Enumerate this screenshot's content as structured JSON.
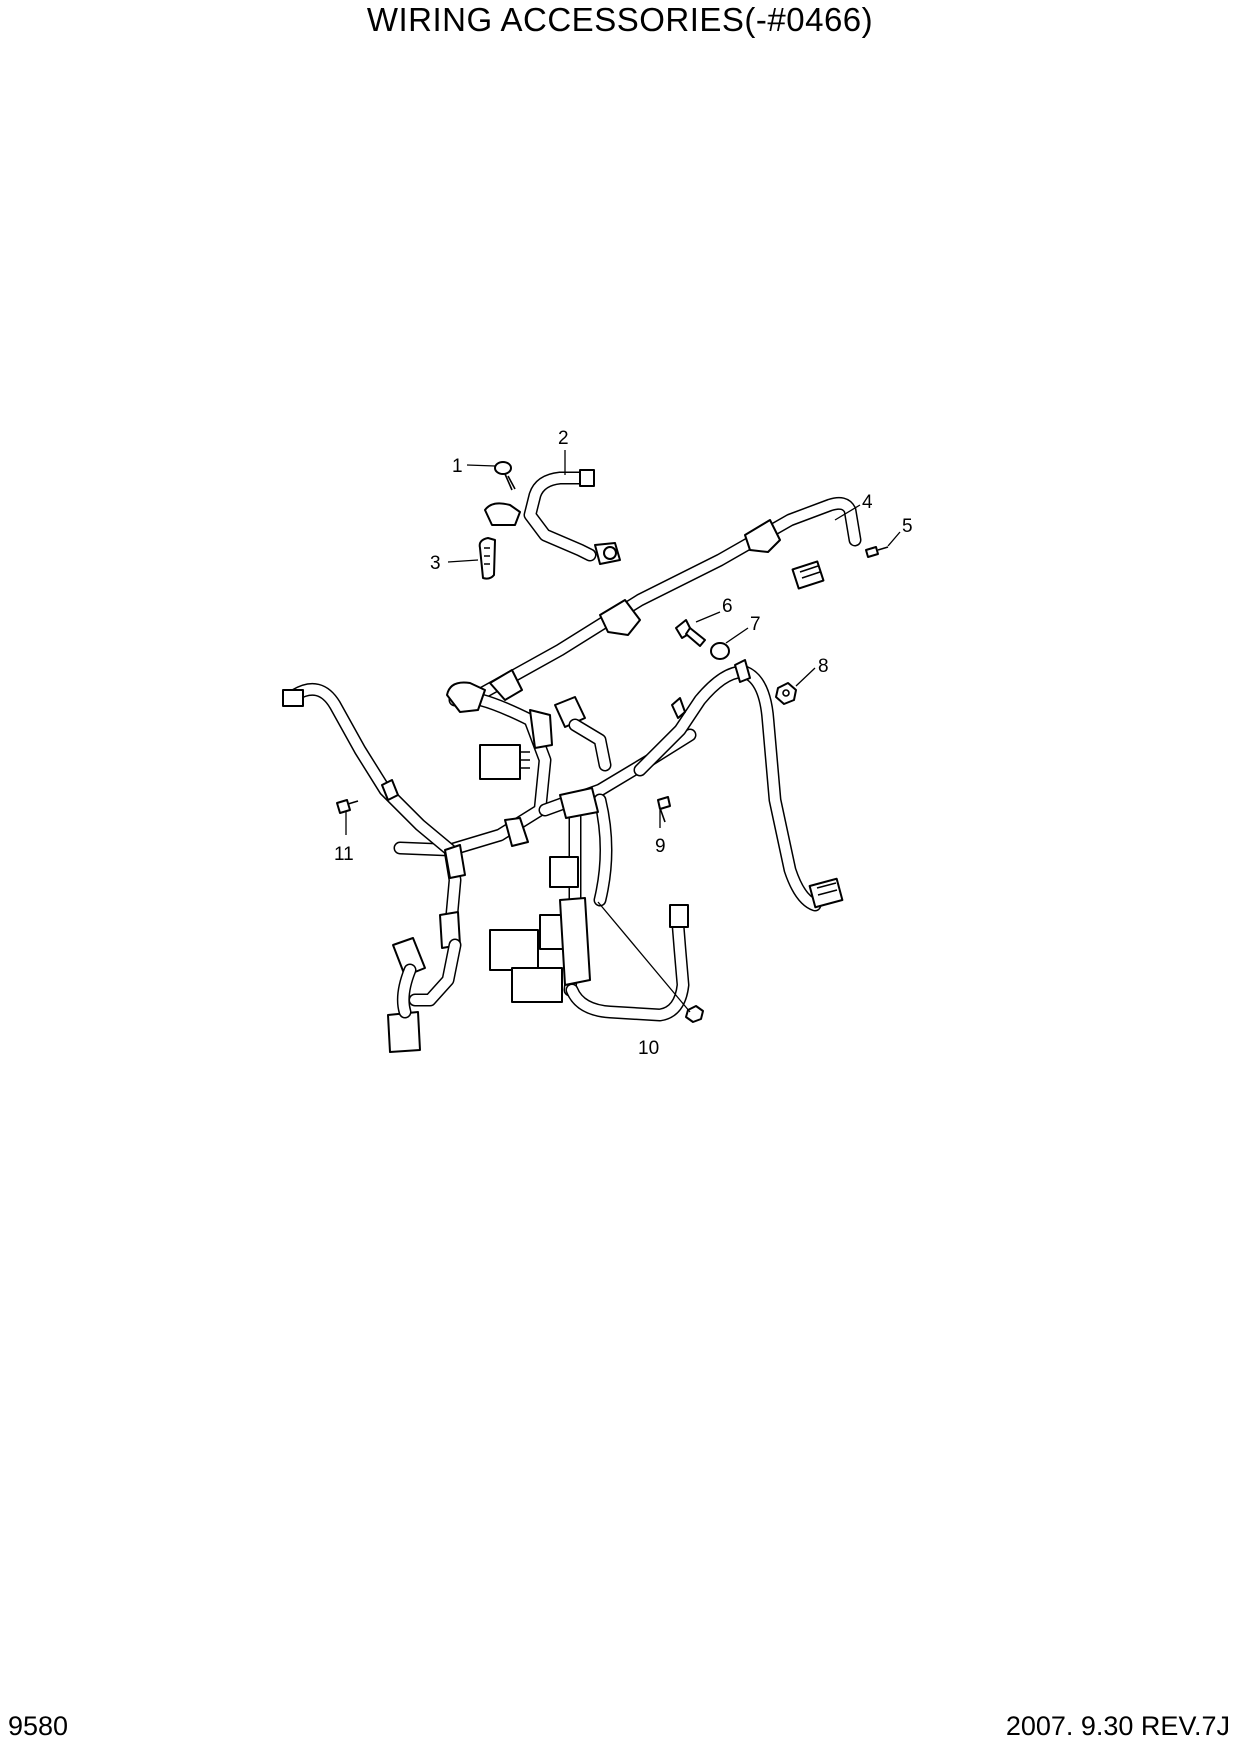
{
  "title": "WIRING ACCESSORIES(-#0466)",
  "footer": {
    "page_number": "9580",
    "revision": "2007. 9.30  REV.7J"
  },
  "callouts": [
    "1",
    "2",
    "3",
    "4",
    "5",
    "6",
    "7",
    "8",
    "9",
    "10",
    "11"
  ]
}
